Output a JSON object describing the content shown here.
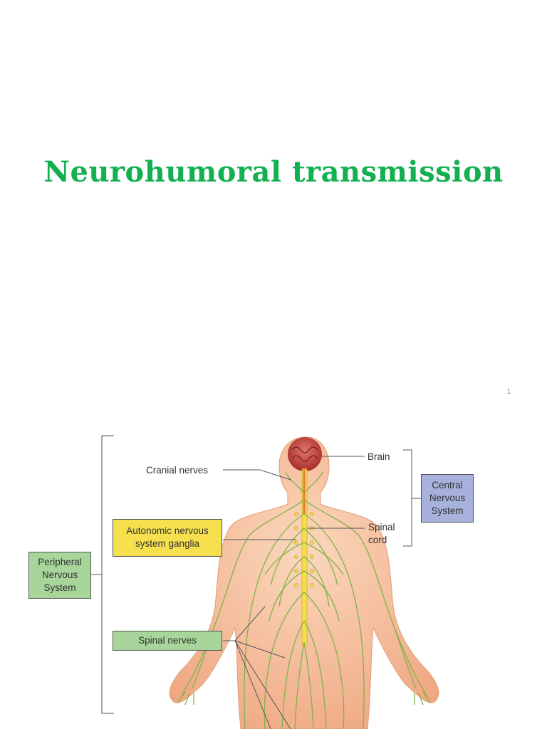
{
  "slide": {
    "title": "Neurohumoral transmission",
    "page_number": "1"
  },
  "figure": {
    "labels": {
      "cranial_nerves": "Cranial nerves",
      "brain": "Brain",
      "spinal_cord_line1": "Spinal",
      "spinal_cord_line2": "cord",
      "autonomic_line1": "Autonomic nervous",
      "autonomic_line2": "system ganglia",
      "peripheral_line1": "Peripheral",
      "peripheral_line2": "Nervous",
      "peripheral_line3": "System",
      "central_line1": "Central",
      "central_line2": "Nervous",
      "central_line3": "System",
      "spinal_nerves": "Spinal nerves"
    },
    "colors": {
      "title": "#12b04f",
      "autonomic_box": "#f6e04d",
      "peripheral_box": "#a7d59a",
      "spinal_nerves_box": "#a7d59a",
      "central_box": "#a7b2dc",
      "skin": "#f7c29e",
      "nerves": "#7fb34a",
      "spinal_cord": "#f2e04e",
      "brain": "#c8453e"
    }
  }
}
